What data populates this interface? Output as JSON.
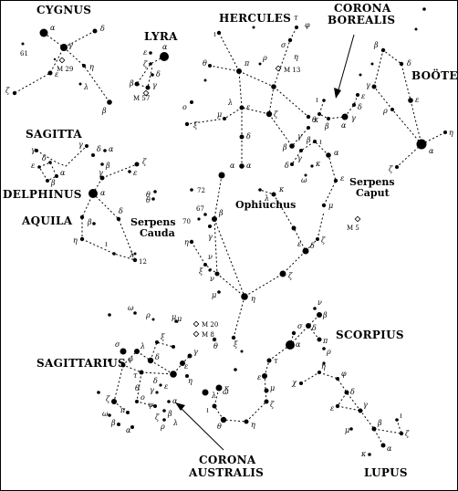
{
  "constellations": {
    "cygnus": "CYGNUS",
    "lyra": "LYRA",
    "hercules": "HERCULES",
    "corona_borealis_1": "CORONA",
    "corona_borealis_2": "BOREALIS",
    "bootes": "BOÖTES",
    "sagitta": "SAGITTA",
    "delphinus": "DELPHINUS",
    "aquila": "AQUILA",
    "serpens_cauda_1": "Serpens",
    "serpens_cauda_2": "Cauda",
    "ophiuchus": "Ophiuchus",
    "serpens_caput_1": "Serpens",
    "serpens_caput_2": "Caput",
    "scorpius": "SCORPIUS",
    "sagittarius": "SAGITTARIUS",
    "corona_australis_1": "CORONA",
    "corona_australis_2": "AUSTRALIS",
    "lupus": "LUPUS"
  },
  "objects": {
    "m29": "M 29",
    "m57": "M 57",
    "m13": "M 13",
    "m5": "M 5",
    "m20": "M 20",
    "m8": "M 8"
  },
  "numbers": {
    "n61": "61",
    "n72": "72",
    "n67": "67",
    "n70": "70",
    "n12": "12"
  },
  "greek": {
    "cyg_alpha": "α",
    "cyg_delta": "δ",
    "cyg_gamma": "γ",
    "cyg_epsilon": "ε",
    "cyg_eta": "η",
    "cyg_beta": "β",
    "cyg_zeta": "ζ",
    "cyg_lambda": "λ",
    "lyr_alpha": "α",
    "lyr_epsilon": "ε",
    "lyr_zeta": "ζ",
    "lyr_delta": "δ",
    "lyr_gamma": "γ",
    "lyr_beta": "β",
    "her_tau": "τ",
    "her_phi": "φ",
    "her_iota": "ι",
    "her_eta": "η",
    "her_sigma": "σ",
    "her_zeta": "ζ",
    "her_pi": "π",
    "her_epsilon": "ε",
    "her_rho": "ρ",
    "her_theta": "θ",
    "her_mu": "μ",
    "her_xi": "ξ",
    "her_omicron": "ο",
    "her_lambda": "λ",
    "her_delta": "δ",
    "her_beta": "β",
    "her_alpha": "α",
    "her_gamma": "γ",
    "her_kappa": "κ",
    "crb_theta": "θ",
    "crb_beta": "β",
    "crb_alpha": "α",
    "crb_gamma": "γ",
    "crb_delta": "δ",
    "crb_epsilon": "ε",
    "crb_iota": "ι",
    "boo_beta": "β",
    "boo_delta": "δ",
    "boo_gamma": "γ",
    "boo_epsilon": "ε",
    "boo_rho": "ρ",
    "boo_zeta": "ζ",
    "boo_alpha": "α",
    "boo_eta": "η",
    "ser_delta": "δ",
    "ser_beta": "β",
    "ser_gamma": "γ",
    "ser_alpha": "α",
    "ser_omega": "ω",
    "ser_epsilon": "ε",
    "ser_mu": "μ",
    "ser_kappa": "κ",
    "ser_iota": "ι",
    "sge_gamma": "γ",
    "sge_delta": "δ",
    "sge_alpha": "α",
    "sge_beta": "β",
    "del_epsilon": "ε",
    "del_delta": "δ",
    "del_gamma": "γ",
    "del_beta": "β",
    "del_alpha": "α",
    "aql_zeta": "ζ",
    "aql_epsilon": "ε",
    "aql_delta": "δ",
    "aql_gamma": "γ",
    "aql_alpha": "α",
    "aql_beta": "β",
    "aql_eta": "η",
    "aql_theta": "θ",
    "aql_iota": "ι",
    "aql_lambda": "λ",
    "oph_kappa": "κ",
    "oph_beta": "β",
    "oph_gamma": "γ",
    "oph_alpha": "α",
    "oph_delta": "δ",
    "oph_epsilon": "ε",
    "oph_zeta": "ζ",
    "oph_eta": "η",
    "oph_nu": "ν",
    "oph_xi": "ξ",
    "oph_theta": "θ",
    "oph_lambda": "λ",
    "oph_mu": "μ",
    "sct_eta": "η",
    "sct_theta": "θ",
    "sct_nu": "ν",
    "sct_xi": "ξ",
    "sct_zeta": "ζ",
    "sco_beta": "β",
    "sco_delta": "δ",
    "sco_pi": "π",
    "sco_rho": "ρ",
    "sco_nu": "ν",
    "sco_sigma": "σ",
    "sco_alpha": "α",
    "sco_tau": "τ",
    "sco_epsilon": "ε",
    "sco_mu": "μ",
    "sco_zeta": "ζ",
    "sco_eta": "η",
    "sco_theta": "θ",
    "sco_iota": "ι",
    "sco_kappa": "κ",
    "sco_lambda": "λ",
    "sgr_mu": "μ",
    "sgr_lambda": "λ",
    "sgr_phi": "φ",
    "sgr_sigma": "σ",
    "sgr_tau": "τ",
    "sgr_zeta": "ζ",
    "sgr_delta": "δ",
    "sgr_epsilon": "ε",
    "sgr_eta": "η",
    "sgr_gamma": "γ",
    "sgr_xi": "ξ",
    "sgr_pi": "π",
    "sgr_omicron": "ο",
    "sgr_psi": "ψ",
    "sgr_omega": "ω",
    "sgr_beta": "β",
    "sgr_alpha": "α",
    "sgr_rho": "ρ",
    "cra_alpha": "α",
    "cra_beta": "β",
    "cra_gamma": "γ",
    "cra_delta": "δ",
    "cra_theta": "θ",
    "cra_epsilon": "ε",
    "cra_zeta": "ζ",
    "cra_lambda": "λ",
    "lup_alpha": "α",
    "lup_beta": "β",
    "lup_gamma": "γ",
    "lup_delta": "δ",
    "lup_epsilon": "ε",
    "lup_zeta": "ζ",
    "lup_eta": "η",
    "lup_phi": "φ",
    "lup_chi": "χ",
    "lup_iota": "ι",
    "lup_kappa": "κ",
    "lup_mu": "μ",
    "misc_mu": "μ",
    "misc_omega": "ω",
    "misc_rho": "ρ",
    "misc_omega2": "ω"
  }
}
